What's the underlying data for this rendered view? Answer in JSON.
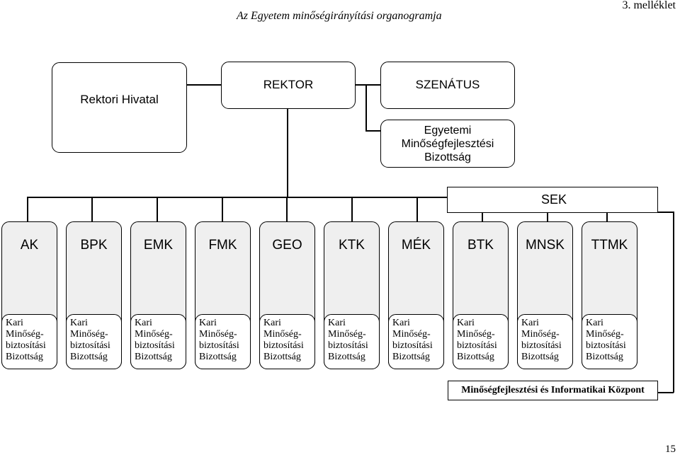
{
  "header": {
    "title": "Az Egyetem minőségirányítási organogramja",
    "annex": "3. melléklet"
  },
  "top": {
    "office": "Rektori Hivatal",
    "rector": "REKTOR",
    "senate": "SZENÁTUS",
    "committee_line1": "Egyetemi",
    "committee_line2": "Minőségfejlesztési",
    "committee_line3": "Bizottság"
  },
  "sek": "SEK",
  "faculties": [
    {
      "code": "AK"
    },
    {
      "code": "BPK"
    },
    {
      "code": "EMK"
    },
    {
      "code": "FMK"
    },
    {
      "code": "GEO"
    },
    {
      "code": "KTK"
    },
    {
      "code": "MÉK"
    },
    {
      "code": "BTK"
    },
    {
      "code": "MNSK"
    },
    {
      "code": "TTMK"
    }
  ],
  "faculty_committee": {
    "line1": "Kari",
    "line2": "Minőség-",
    "line3": "biztosítási",
    "line4": "Bizottság"
  },
  "center": "Minőségfejlesztési és Informatikai Központ",
  "page_number": "15"
}
